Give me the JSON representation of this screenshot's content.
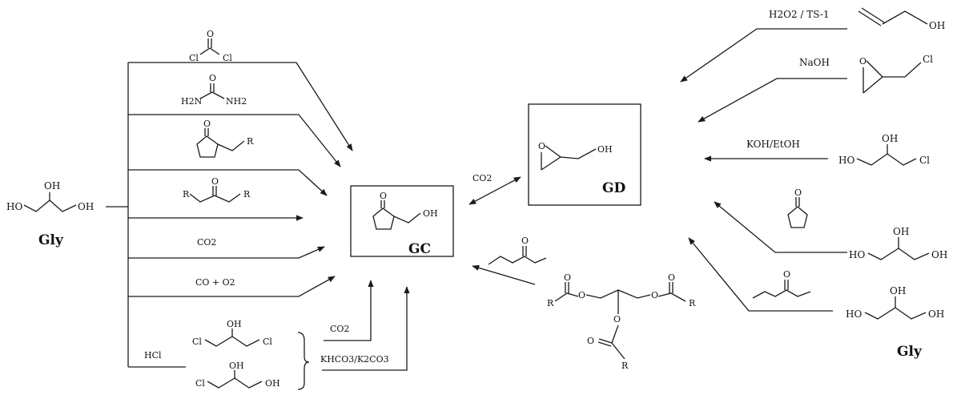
{
  "diagram": {
    "labels": {
      "gly_left": "Gly",
      "gly_right": "Gly",
      "gc": "GC",
      "gd": "GD"
    },
    "reagents": {
      "left_co2": "CO2",
      "left_co_o2": "CO + O2",
      "hcl": "HCl",
      "bottom_co2": "CO2",
      "bottom_base": "KHCO3/K2CO3",
      "gc_gd_co2": "CO2",
      "h2o2_ts1": "H2O2 / TS-1",
      "naoh": "NaOH",
      "koh_etoh": "KOH/EtOH"
    },
    "atoms": {
      "oh": "OH",
      "ho": "HO",
      "cl": "Cl",
      "o": "O",
      "r": "R",
      "nh2": "NH2",
      "h2n": "H2N"
    }
  }
}
